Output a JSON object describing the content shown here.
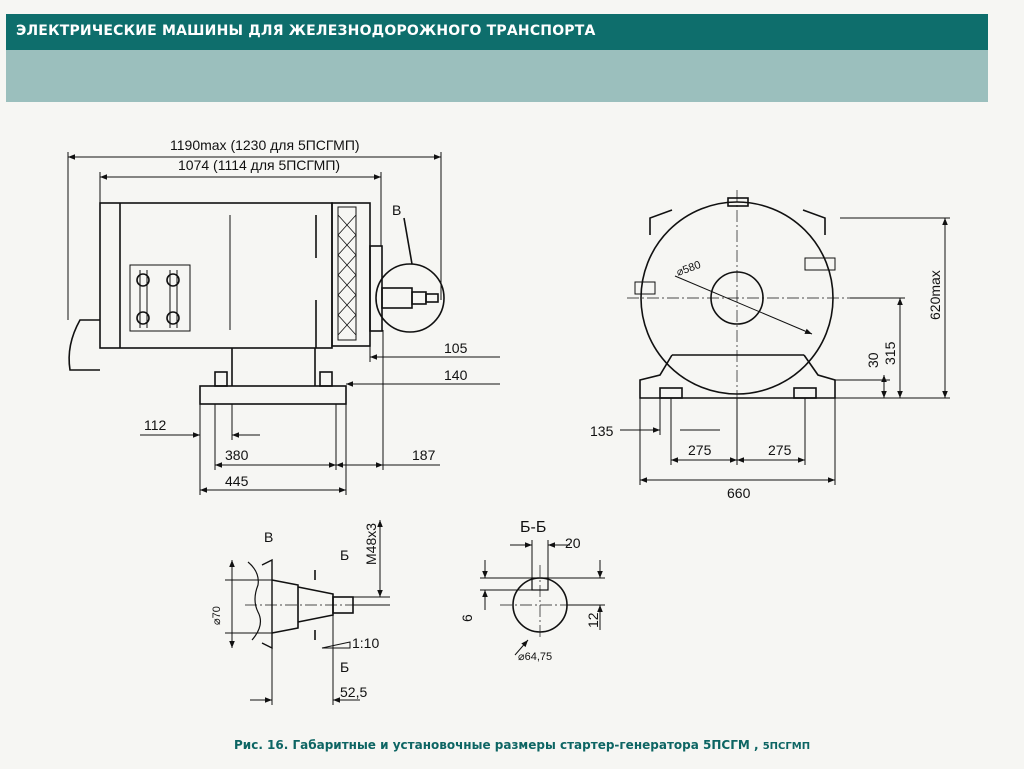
{
  "header": {
    "title": "ЭЛЕКТРИЧЕСКИЕ МАШИНЫ ДЛЯ ЖЕЛЕЗНОДОРОЖНОГО ТРАНСПОРТА"
  },
  "colors": {
    "header_bg": "#0e6e6c",
    "band_bg": "#9bbfbd",
    "caption": "#0d6563",
    "line": "#111111"
  },
  "side_view": {
    "dim_overall": "1190max (1230 для 5ПСГМП)",
    "dim_body": "1074 (1114 для 5ПСГМП)",
    "label_b": "В",
    "dim_105": "105",
    "dim_140": "140",
    "dim_112": "112",
    "dim_380": "380",
    "dim_187": "187",
    "dim_445": "445"
  },
  "front_view": {
    "dim_580": "⌀580",
    "dim_620": "620max",
    "dim_315": "315",
    "dim_30": "30",
    "dim_135": "135",
    "dim_275a": "275",
    "dim_275b": "275",
    "dim_660": "660"
  },
  "detail_b": {
    "label": "В",
    "dim_m48": "М48х3",
    "dim_70": "⌀70",
    "cut_b1": "Б",
    "cut_b2": "Б",
    "taper": "1:10",
    "dim_52": "52,5"
  },
  "section_bb": {
    "label": "Б-Б",
    "dim_20": "20",
    "dim_6": "6",
    "dim_12": "12",
    "dim_64": "⌀64,75"
  },
  "caption": {
    "main": "Рис. 16. Габаритные и установочные размеры стартер-генератора 5ПСГМ ,",
    "second": "5ПСГМП"
  }
}
